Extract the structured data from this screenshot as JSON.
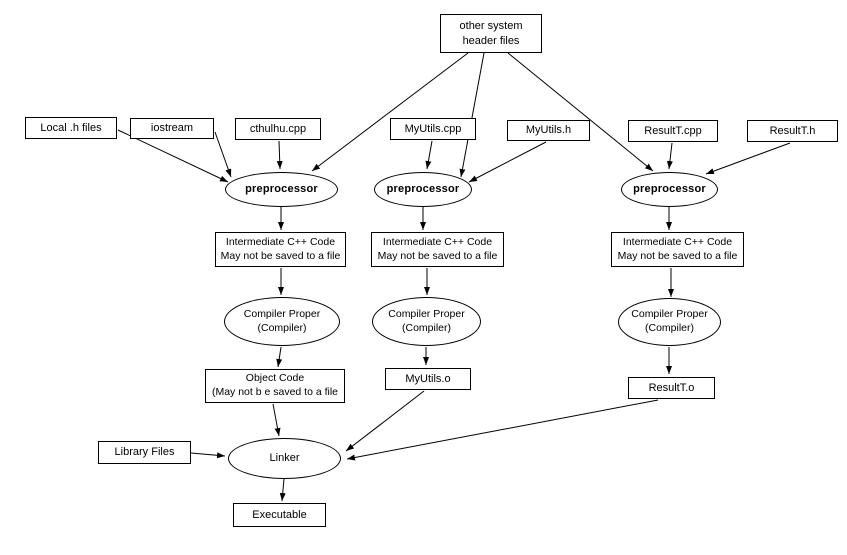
{
  "diagram": {
    "title": "C++ compilation pipeline diagram",
    "colors": {
      "background": "#ffffff",
      "stroke": "#000000",
      "text": "#000000"
    },
    "nodes": {
      "other_system": {
        "label": "other system\nheader files"
      },
      "local_h": {
        "label": "Local .h files"
      },
      "iostream": {
        "label": "iostream"
      },
      "cthulhu_cpp": {
        "label": "cthulhu.cpp"
      },
      "myutils_cpp": {
        "label": "MyUtils.cpp"
      },
      "myutils_h": {
        "label": "MyUtils.h"
      },
      "resultt_cpp": {
        "label": "ResultT.cpp"
      },
      "resultt_h": {
        "label": "ResultT.h"
      },
      "preprocessor_1": {
        "label": "preprocessor"
      },
      "preprocessor_2": {
        "label": "preprocessor"
      },
      "preprocessor_3": {
        "label": "preprocessor"
      },
      "intermediate_1": {
        "label": "Intermediate C++ Code\nMay not be saved to a file"
      },
      "intermediate_2": {
        "label": "Intermediate C++ Code\nMay not be saved to a file"
      },
      "intermediate_3": {
        "label": "Intermediate C++ Code\nMay not be saved to a file"
      },
      "compiler_1": {
        "label": "Compiler Proper\n(Compiler)"
      },
      "compiler_2": {
        "label": "Compiler Proper\n(Compiler)"
      },
      "compiler_3": {
        "label": "Compiler Proper\n(Compiler)"
      },
      "object_code": {
        "label": "Object Code\n(May not b e saved to a file"
      },
      "myutils_o": {
        "label": "MyUtils.o"
      },
      "resultt_o": {
        "label": "ResultT.o"
      },
      "library_files": {
        "label": "Library Files"
      },
      "linker": {
        "label": "Linker"
      },
      "executable": {
        "label": "Executable"
      }
    }
  }
}
